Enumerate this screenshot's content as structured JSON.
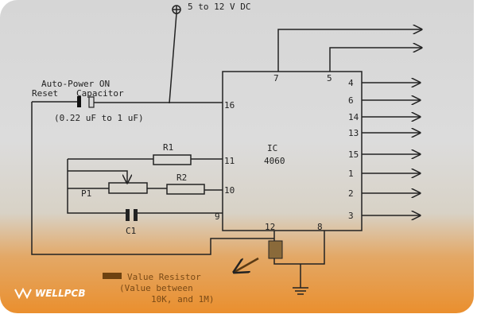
{
  "supply_label": "5 to 12 V  DC",
  "capacitor_label_line1": "Auto-Power ON",
  "capacitor_label_line2_left": "Reset",
  "capacitor_label_line2_right": "Capacitor",
  "capacitor_value": "(0.22 uF to 1 uF)",
  "ic_label_line1": "IC",
  "ic_label_line2": "4060",
  "components": {
    "r1": "R1",
    "r2": "R2",
    "p1": "P1",
    "c1": "C1"
  },
  "pins": {
    "top": [
      "7",
      "5"
    ],
    "right": [
      "4",
      "6",
      "14",
      "13",
      "15",
      "1",
      "2",
      "3"
    ],
    "left": [
      "16",
      "11",
      "10",
      "9"
    ],
    "bottom": [
      "12",
      "8"
    ]
  },
  "note": {
    "line1": "Value Resistor",
    "line2": "(Value between",
    "line3": "10K, and 1M)"
  },
  "logo": "WELLPCB",
  "colors": {
    "ink": "#222222",
    "note_ink": "#7a4a16",
    "accent": "#ea8f2e"
  }
}
